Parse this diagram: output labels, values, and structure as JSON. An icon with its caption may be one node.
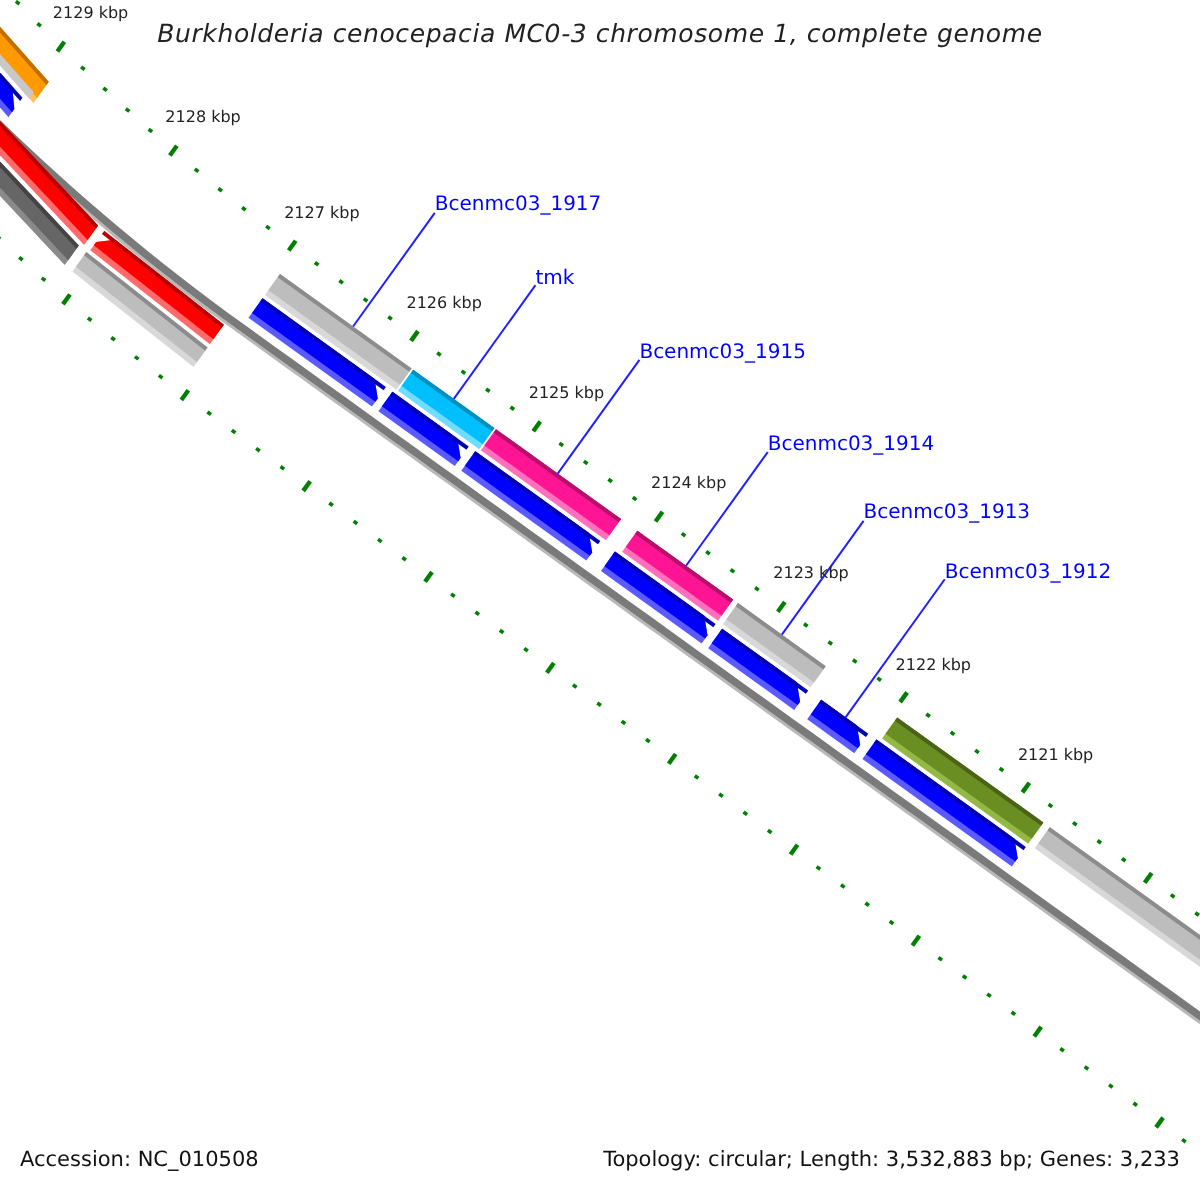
{
  "diagram": {
    "title": "Burkholderia cenocepacia MC0-3 chromosome 1, complete genome",
    "nodes": [
      {
        "text": [
          "Bcenmc03_1917"
        ]
      },
      {
        "text": [
          "tmk"
        ]
      },
      {
        "text": [
          "Bcenmc03_1915"
        ]
      },
      {
        "text": [
          "Bcenmc03_1914"
        ]
      },
      {
        "text": [
          "Bcenmc03_1913"
        ]
      },
      {
        "text": [
          "Bcenmc03_1912"
        ]
      },
      {
        "text": [],
        "shape": "bar"
      },
      {
        "text": [],
        "shape": "bar"
      },
      {
        "text": [],
        "shape": "bar"
      },
      {
        "text": [],
        "shape": "bar"
      },
      {
        "text": [],
        "shape": "bar"
      },
      {
        "text": [],
        "shape": "bar"
      },
      {
        "text": [],
        "shape": "bar"
      },
      {
        "text": [],
        "shape": "bar"
      },
      {
        "text": [],
        "shape": "bar"
      },
      {
        "text": [],
        "shape": "bar"
      },
      {
        "text": [],
        "shape": "bar"
      },
      {
        "text": [],
        "shape": "bar"
      },
      {
        "text": [],
        "shape": "bar"
      },
      {
        "text": [],
        "shape": "bar"
      },
      {
        "text": [],
        "shape": "bar"
      },
      {
        "text": [],
        "shape": "bar"
      },
      {
        "text": [],
        "shape": "bar"
      },
      {
        "text": [],
        "shape": "bar"
      },
      {
        "text": [],
        "shape": "bar"
      },
      {
        "text": [],
        "shape": "bar"
      }
    ],
    "edges": [
      {
        "from": 0,
        "to": 12,
        "arrow": "none"
      },
      {
        "from": 1,
        "to": 15,
        "arrow": "none"
      },
      {
        "from": 2,
        "to": 17,
        "arrow": "none"
      },
      {
        "from": 3,
        "to": 19,
        "arrow": "none"
      },
      {
        "from": 4,
        "to": 20,
        "arrow": "none"
      },
      {
        "from": 5,
        "to": 22,
        "arrow": "none"
      }
    ],
    "labels": [
      "2129 kbp",
      "2128 kbp",
      "2127 kbp",
      "2126 kbp",
      "2125 kbp",
      "2124 kbp",
      "2123 kbp",
      "2122 kbp",
      "2121 kbp",
      "Accession: NC_010508",
      "Topology: circular; Length: 3,532,883 bp; Genes: 3,233"
    ]
  }
}
